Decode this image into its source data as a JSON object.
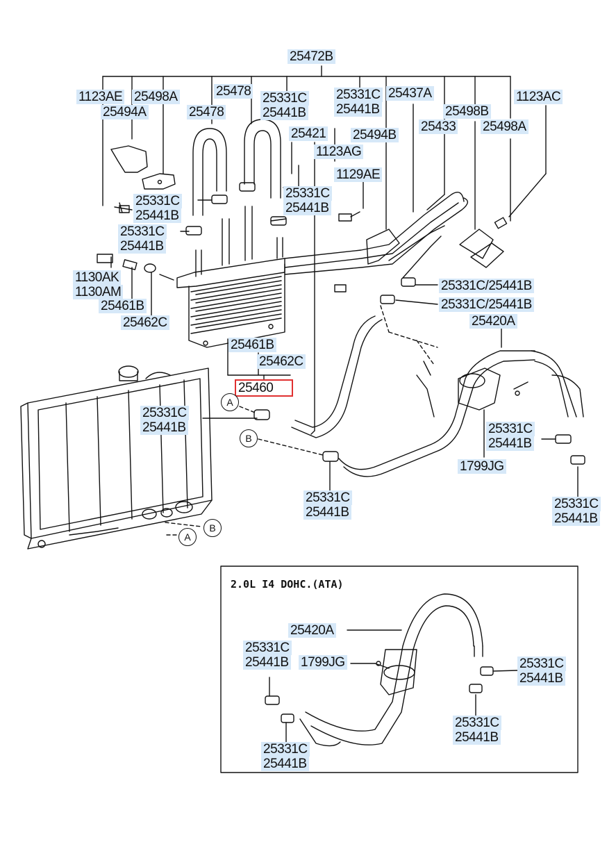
{
  "labels": {
    "p25472B": "25472B",
    "p1123AE": "1123AE",
    "p25498A_1": "25498A",
    "p25494A": "25494A",
    "p25478_1": "25478",
    "p25478_2": "25478",
    "p25331C_a": "25331C",
    "p25441B_a": "25441B",
    "p25331C_b": "25331C",
    "p25441B_b": "25441B",
    "p25437A": "25437A",
    "p1123AC": "1123AC",
    "p25498B": "25498B",
    "p25433": "25433",
    "p25498A_2": "25498A",
    "p25421": "25421",
    "p25494B": "25494B",
    "p1123AG": "1123AG",
    "p1129AE": "1129AE",
    "p25331C_c": "25331C",
    "p25441B_c": "25441B",
    "p25331C_d": "25331C",
    "p25441B_d": "25441B",
    "p25331C_e": "25331C",
    "p25441B_e": "25441B",
    "p1130AK": "1130AK",
    "p1130AM": "1130AM",
    "p25461B_1": "25461B",
    "p25462C_1": "25462C",
    "p25331C_25441B_1": "25331C/25441B",
    "p25331C_25441B_2": "25331C/25441B",
    "p25420A_1": "25420A",
    "p25461B_2": "25461B",
    "p25462C_2": "25462C",
    "p25460": "25460",
    "p25331C_f": "25331C",
    "p25441B_f": "25441B",
    "p25331C_g": "25331C",
    "p25441B_g": "25441B",
    "p1799JG_1": "1799JG",
    "p25331C_h": "25331C",
    "p25441B_h": "25441B",
    "p25331C_i": "25331C",
    "p25441B_i": "25441B",
    "p25420A_2": "25420A",
    "p25331C_j": "25331C",
    "p25441B_j": "25441B",
    "p1799JG_2": "1799JG",
    "p25331C_k": "25331C",
    "p25441B_k": "25441B",
    "p25331C_l": "25331C",
    "p25441B_l": "25441B",
    "p25331C_m": "25331C",
    "p25441B_m": "25441B"
  },
  "inset": {
    "title": "2.0L I4 DOHC.(ATA)"
  },
  "callouts": {
    "A": "A",
    "B": "B"
  },
  "selected_part": "25460",
  "colors": {
    "label_bg": "#d6e8f8",
    "selected_outline": "#e03030",
    "line": "#111111"
  }
}
